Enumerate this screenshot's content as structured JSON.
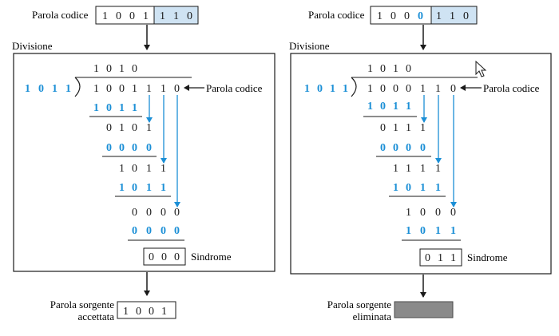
{
  "left": {
    "codeword_label": "Parola codice",
    "codeword_head": [
      "1",
      "0",
      "0",
      "1"
    ],
    "codeword_tail": [
      "1",
      "1",
      "0"
    ],
    "division_title": "Divisione",
    "quotient": [
      "1",
      "0",
      "1",
      "0"
    ],
    "divisor": [
      "1",
      "0",
      "1",
      "1"
    ],
    "dividend": [
      "1",
      "0",
      "0",
      "1",
      "1",
      "1",
      "0"
    ],
    "dividend_label": "Parola codice",
    "steps": [
      {
        "sub": [
          "1",
          "0",
          "1",
          "1"
        ],
        "rem": [
          "0",
          "1",
          "0",
          "1"
        ]
      },
      {
        "sub": [
          "0",
          "0",
          "0",
          "0"
        ],
        "rem": [
          "1",
          "0",
          "1",
          "1"
        ]
      },
      {
        "sub": [
          "1",
          "0",
          "1",
          "1"
        ],
        "rem": [
          "0",
          "0",
          "0",
          "0"
        ]
      },
      {
        "sub": [
          "0",
          "0",
          "0",
          "0"
        ]
      }
    ],
    "syndrome": [
      "0",
      "0",
      "0"
    ],
    "syndrome_label": "Sindrome",
    "result_label_line1": "Parola sorgente",
    "result_label_line2": "accettata",
    "result_bits": [
      "1",
      "0",
      "0",
      "1"
    ]
  },
  "right": {
    "codeword_label": "Parola codice",
    "codeword_head": [
      "1",
      "0",
      "0",
      "0"
    ],
    "codeword_tail": [
      "1",
      "1",
      "0"
    ],
    "division_title": "Divisione",
    "quotient": [
      "1",
      "0",
      "1",
      "0"
    ],
    "divisor": [
      "1",
      "0",
      "1",
      "1"
    ],
    "dividend": [
      "1",
      "0",
      "0",
      "0",
      "1",
      "1",
      "0"
    ],
    "dividend_label": "Parola codice",
    "steps": [
      {
        "sub": [
          "1",
          "0",
          "1",
          "1"
        ],
        "rem": [
          "0",
          "1",
          "1",
          "1"
        ]
      },
      {
        "sub": [
          "0",
          "0",
          "0",
          "0"
        ],
        "rem": [
          "1",
          "1",
          "1",
          "1"
        ]
      },
      {
        "sub": [
          "1",
          "0",
          "1",
          "1"
        ],
        "rem": [
          "1",
          "0",
          "0",
          "0"
        ]
      },
      {
        "sub": [
          "1",
          "0",
          "1",
          "1"
        ]
      }
    ],
    "syndrome": [
      "0",
      "1",
      "1"
    ],
    "syndrome_label": "Sindrome",
    "result_label_line1": "Parola sorgente",
    "result_label_line2": "eliminata"
  },
  "colors": {
    "blue_digits": "#1b8fd6",
    "codeword_tail_fill": "#cfe3f3",
    "discarded_fill": "#8a8a8a"
  },
  "icons": [
    "mouse-cursor-icon"
  ]
}
